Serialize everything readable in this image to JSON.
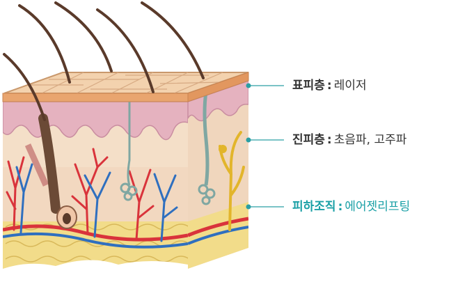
{
  "layers": [
    {
      "term": "표피층",
      "treatment": "레이저"
    },
    {
      "term": "진피층",
      "treatment": "초음파, 고주파"
    },
    {
      "term": "피하조직",
      "treatment": "에어젯리프팅"
    }
  ],
  "separator": ":",
  "colors": {
    "leader_line": "#2a9fa3",
    "highlight_label": "#1aa0a6",
    "epidermis_top": "#f3d2ae",
    "dermis_band": "#e7b8c2",
    "dermis_body": "#f3dcc4",
    "fat": "#f2dc8a",
    "artery": "#d9333b",
    "vein": "#2f6fbf",
    "nerve": "#e2b52b",
    "hair": "#5a3a2a"
  }
}
